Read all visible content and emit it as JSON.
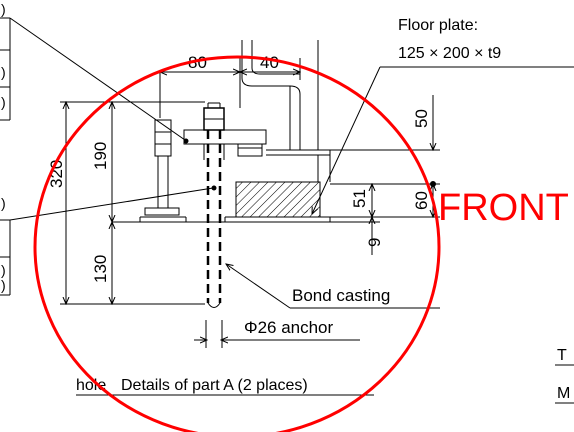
{
  "floor_plate": {
    "label": "Floor plate:",
    "size": "125 × 200 × t9"
  },
  "dimensions": {
    "d80": "80",
    "d40": "40",
    "d320": "320",
    "d190": "190",
    "d130": "130",
    "d50": "50",
    "d51": "51",
    "d60": "60",
    "d9": "9"
  },
  "bond_casting": "Bond casting",
  "anchor": "Φ26 anchor",
  "caption": {
    "prefix": "hole",
    "title": "Details of part A (2 places)"
  },
  "front_label": "FRONT",
  "edge_fragments": {
    "top_left_paren": ")",
    "mid_left_paren": ")",
    "right_t": "T",
    "right_m": "M"
  },
  "colors": {
    "ink": "#000000",
    "highlight": "#ff0000",
    "hatch": "#000000"
  }
}
